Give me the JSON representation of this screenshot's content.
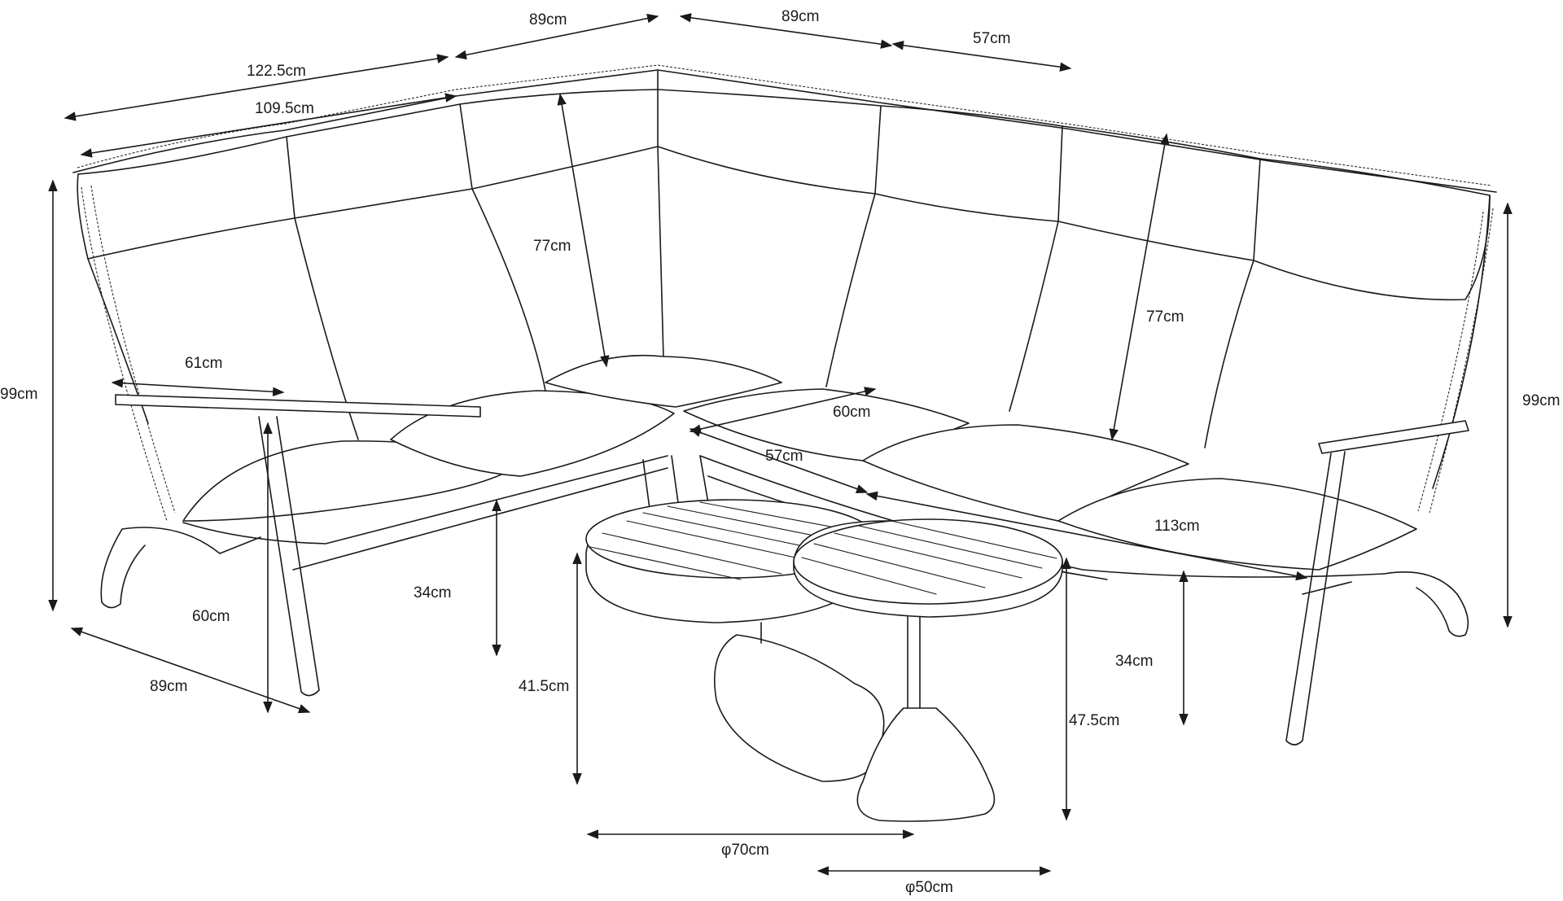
{
  "dimensions": {
    "left_top_outer": "122.5cm",
    "left_top_inner": "109.5cm",
    "corner_left_top": "89cm",
    "corner_right_top": "89cm",
    "right_top_depth": "57cm",
    "left_height": "99cm",
    "right_height": "99cm",
    "left_back_height": "77cm",
    "right_back_height": "77cm",
    "left_arm_length": "61cm",
    "left_arm_height": "60cm",
    "left_base_depth": "89cm",
    "left_seat_height": "34cm",
    "corner_seat_depth": "60cm",
    "corner_seat_width": "57cm",
    "right_seat_width": "113cm",
    "right_seat_height": "34cm",
    "large_table_height": "41.5cm",
    "small_table_height": "47.5cm",
    "large_table_diameter": "φ70cm",
    "small_table_diameter": "φ50cm"
  }
}
